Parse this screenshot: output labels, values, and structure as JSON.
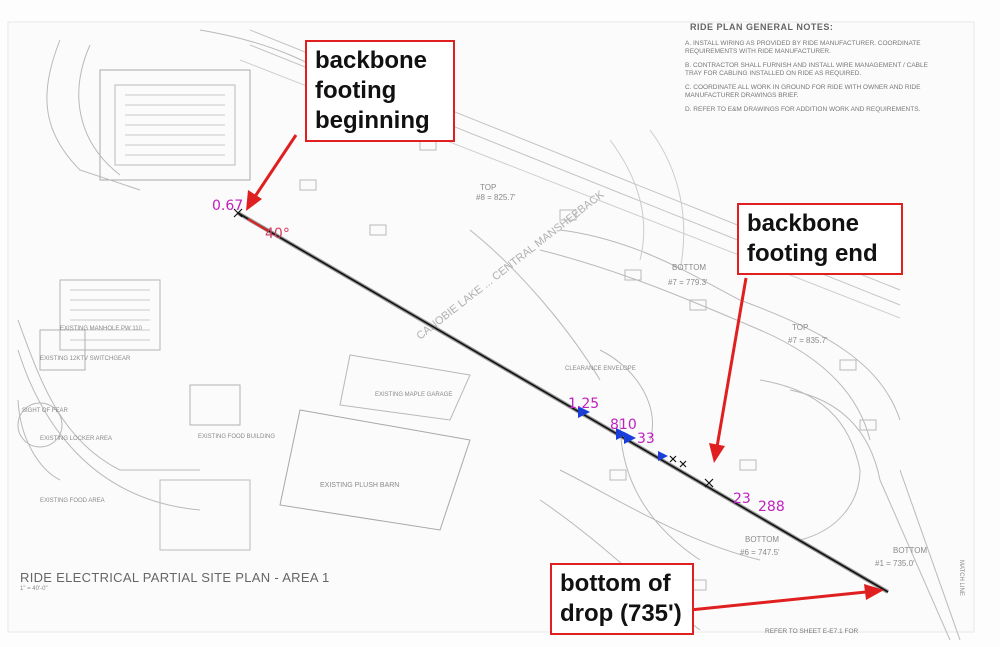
{
  "callouts": {
    "beginning": [
      "backbone",
      "footing",
      "beginning"
    ],
    "end": [
      "backbone",
      "footing end"
    ],
    "bottom": [
      "bottom of",
      "drop (735')"
    ]
  },
  "measurements": {
    "start_point": "0.67",
    "start_angle": "40°",
    "m1": "1.25",
    "m2": "810",
    "m3": "33",
    "m4": "23",
    "m5": "288"
  },
  "plan": {
    "title": "RIDE ELECTRICAL PARTIAL SITE PLAN - AREA 1",
    "scale": "1\" = 40'-0\"",
    "notes_title": "RIDE PLAN GENERAL NOTES:",
    "notes": [
      "A.  INSTALL WIRING AS PROVIDED BY RIDE MANUFACTURER. COORDINATE",
      "     REQUIREMENTS WITH RIDE MANUFACTURER.",
      "B.  CONTRACTOR SHALL FURNISH AND INSTALL WIRE MANAGEMENT / CABLE",
      "     TRAY FOR CABLING INSTALLED ON RIDE AS REQUIRED.",
      "C.  COORDINATE ALL WORK IN GROUND FOR RIDE WITH OWNER AND RIDE",
      "     MANUFACTURER DRAWINGS BRIEF.",
      "D.  REFER TO E&M DRAWINGS FOR ADDITION WORK AND REQUIREMENTS."
    ],
    "labels": {
      "top1": "TOP",
      "top1_elev": "#8 = 825.7'",
      "bottom1": "BOTTOM",
      "bottom1_elev": "#7 = 779.3'",
      "top2": "TOP",
      "top2_elev": "#7 = 835.7'",
      "bottom2": "BOTTOM",
      "bottom2_elev": "#6 = 747.5'",
      "bottom3": "BOTTOM",
      "bottom3_elev": "#1 = 735.0'",
      "existing_plush_barn": "EXISTING PLUSH BARN",
      "existing_locker_area": "EXISTING LOCKER AREA",
      "existing_food_area": "EXISTING FOOD AREA",
      "existing_food_building": "EXISTING FOOD BUILDING",
      "existing_switchgear": "EXISTING 12KTV SWITCHGEAR",
      "existing_manhole": "EXISTING MANHOLE PW 110",
      "existing_garage": "EXISTING MAPLE GARAGE",
      "sight_of_fear": "SIGHT OF FEAR",
      "clearance_envelope": "CLEARANCE ENVELOPE",
      "coaster_name": "CANOBIE LAKE ... CENTRAL MANSHEEBACK",
      "ref_sheet": "REFER TO SHEET E-E7.1 FOR",
      "match_line": "MATCH LINE"
    }
  },
  "colors": {
    "callout_border": "#e02020",
    "arrow": "#e02020",
    "measure_text": "#c020c0",
    "marker": "#1a3fd8",
    "track_line": "#111111"
  }
}
